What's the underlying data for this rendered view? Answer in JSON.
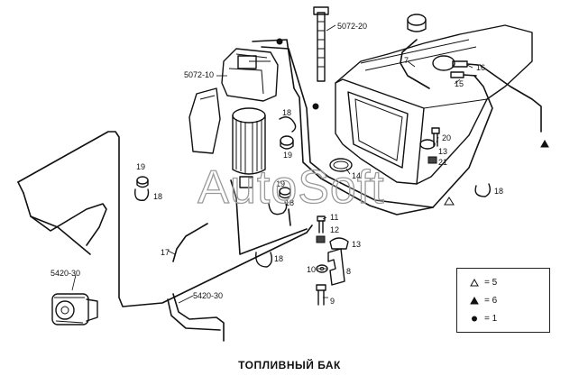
{
  "title": "ТОПЛИВНЫЙ БАК",
  "watermark": "AutoSoft",
  "callouts": {
    "c5072_20": "5072-20",
    "c5072_10": "5072-10",
    "c5420_30_left": "5420-30",
    "c5420_30_mid": "5420-30",
    "c7": "7",
    "c16": "16",
    "c15": "15",
    "c20": "20",
    "c13_right": "13",
    "c21": "21",
    "c14": "14",
    "c18_top": "18",
    "c19_top": "19",
    "c19_left": "19",
    "c18_left": "18",
    "c19_mid": "19",
    "c18_mid": "18",
    "c11": "11",
    "c12": "12",
    "c13_mid": "13",
    "c10": "10",
    "c8": "8",
    "c9": "9",
    "c17": "17",
    "c18_low": "18",
    "c18_right": "18"
  },
  "legend": {
    "items": [
      {
        "icon": "open-triangle-icon",
        "text": "= 5"
      },
      {
        "icon": "filled-triangle-icon",
        "text": "= 6"
      },
      {
        "icon": "filled-circle-icon",
        "text": "= 1"
      }
    ]
  }
}
